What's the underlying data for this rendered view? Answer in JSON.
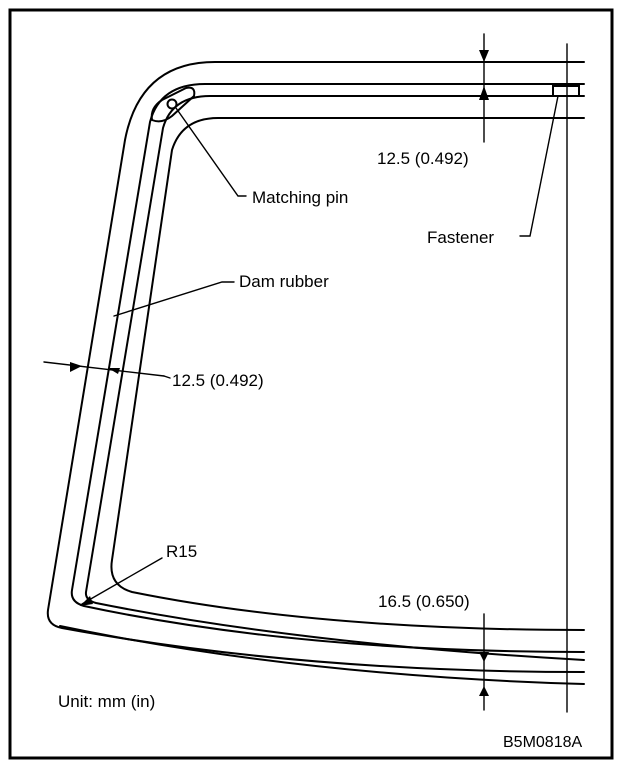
{
  "labels": {
    "matching_pin": "Matching pin",
    "fastener": "Fastener",
    "dam_rubber": "Dam rubber",
    "dim_top": "12.5 (0.492)",
    "dim_left": "12.5 (0.492)",
    "radius": "R15",
    "dim_bottom": "16.5 (0.650)",
    "unit": "Unit: mm (in)",
    "figure_code": "B5M0818A"
  }
}
